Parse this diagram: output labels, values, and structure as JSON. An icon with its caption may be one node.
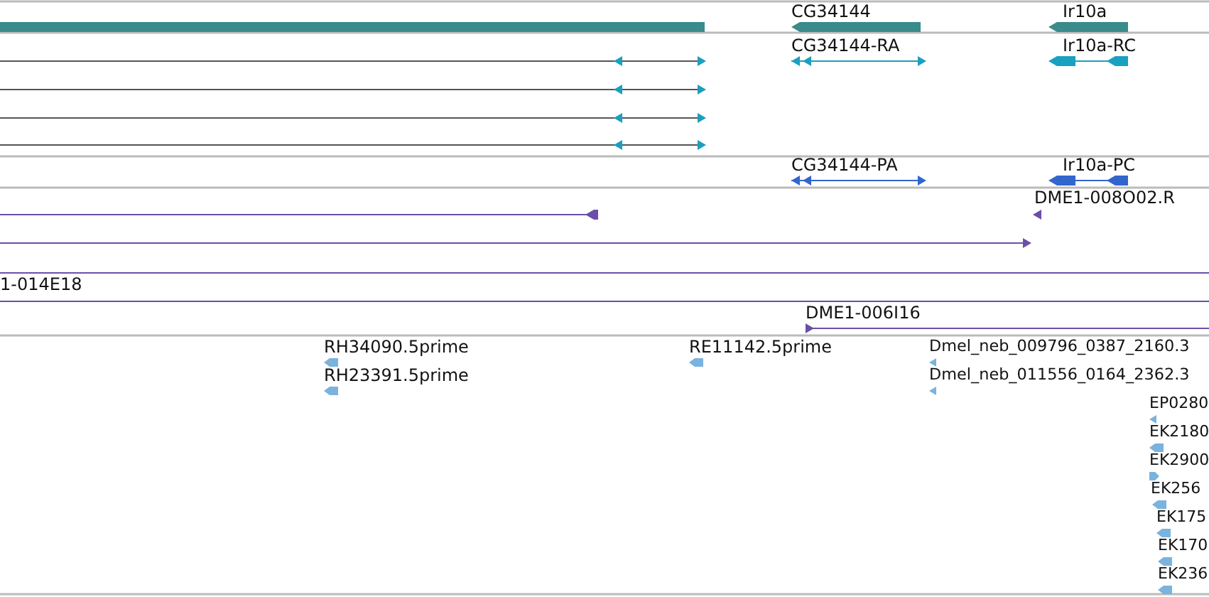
{
  "diagram": {
    "labels": [
      "CG34144",
      "Ir10a",
      "CG34144-RA",
      "Ir10a-RC",
      "CG34144-PA",
      "Ir10a-PC",
      "DME1-008O02.R",
      "1-014E18",
      "DME1-006I16",
      "RH34090.5prime",
      "RE11142.5prime",
      "Dmel_neb_009796_0387_2160.3",
      "RH23391.5prime",
      "Dmel_neb_011556_0164_2362.3",
      "EP0280",
      "EK2180",
      "EK2900",
      "EK256",
      "EK175",
      "EK170",
      "EK236"
    ]
  }
}
